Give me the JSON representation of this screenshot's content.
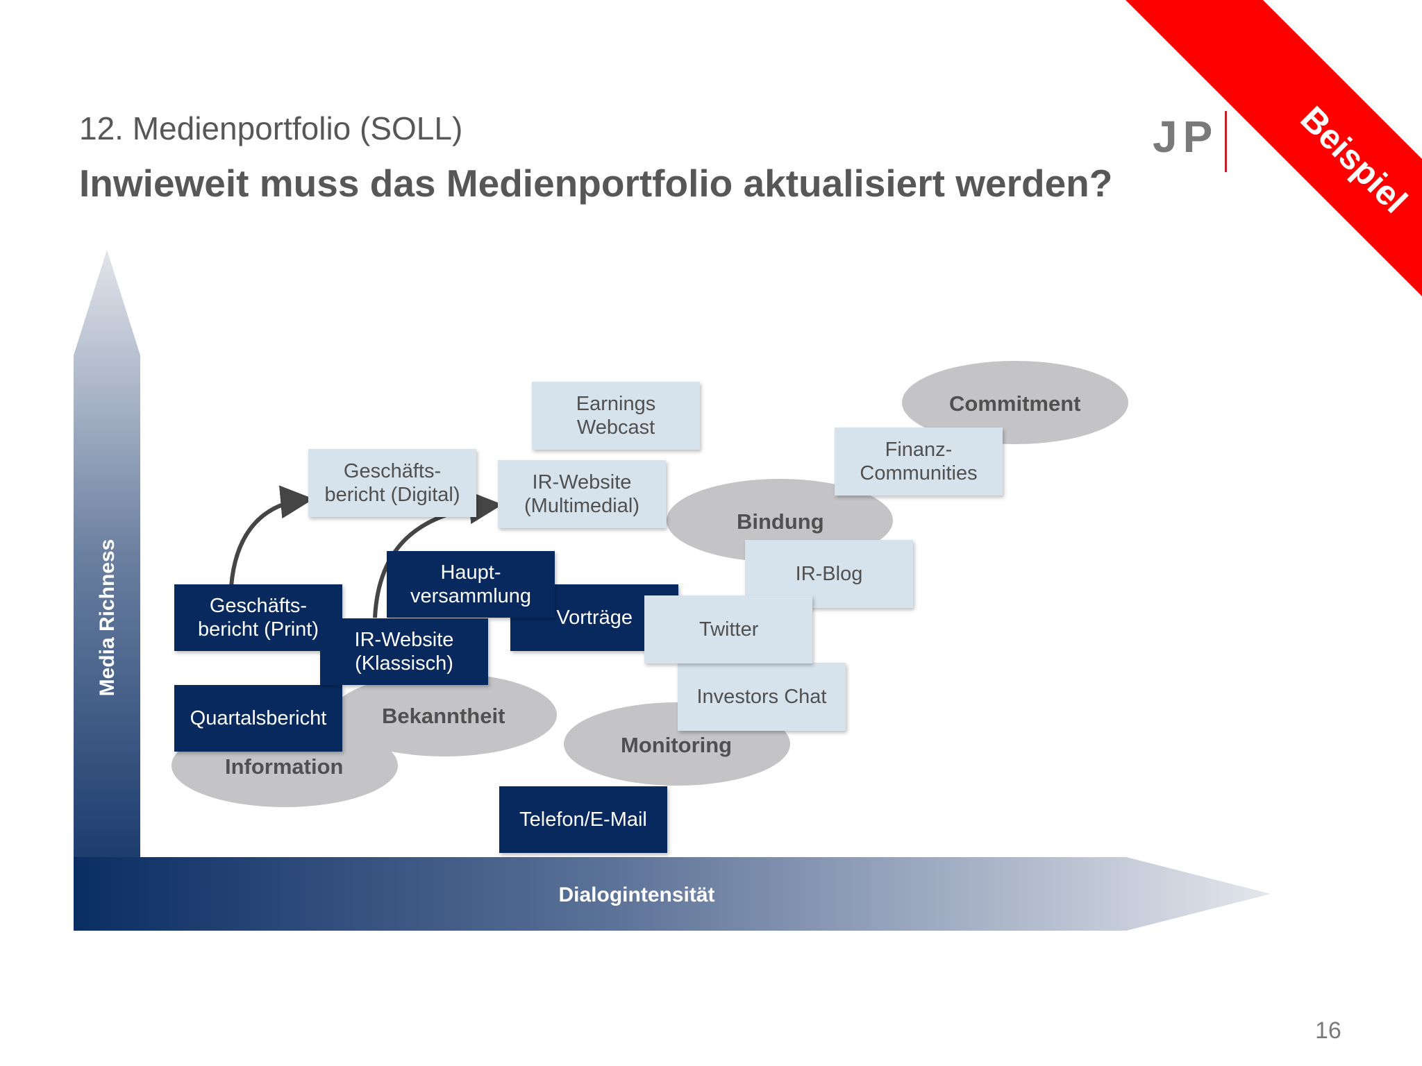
{
  "header": {
    "subtitle": "12. Medienportfolio (SOLL)",
    "title": "Inwieweit muss das Medienportfolio aktualisiert werden?",
    "logo_text": "JP"
  },
  "banner": {
    "label": "Beispiel",
    "color": "#ff0000"
  },
  "axes": {
    "y_label": "Media Richness",
    "x_label": "Dialogintensität",
    "color": "#0a2d63"
  },
  "stages": {
    "information": "Information",
    "bekanntheit": "Bekanntheit",
    "monitoring": "Monitoring",
    "bindung": "Bindung",
    "commitment": "Commitment"
  },
  "media": {
    "quartalsbericht": "Quartalsbericht",
    "geschaeftsbericht_print": "Geschäfts-\nbericht (Print)",
    "ir_website_klassisch": "IR-Website\n(Klassisch)",
    "hauptversammlung": "Haupt-\nversammlung",
    "vortraege": "Vorträge",
    "telefon_email": "Telefon/E-Mail",
    "geschaeftsbericht_digital": "Geschäfts-\nbericht (Digital)",
    "ir_website_multimedial": "IR-Website\n(Multimedial)",
    "earnings_webcast": "Earnings\nWebcast",
    "twitter": "Twitter",
    "investors_chat": "Investors Chat",
    "ir_blog": "IR-Blog",
    "finanz_communities": "Finanz-\nCommunities"
  },
  "colors": {
    "dark_box": "#07295e",
    "light_box": "#d7e3ec",
    "ellipse": "#c4c4c6",
    "text_gray": "#575757",
    "accent_red": "#c41e28"
  },
  "page_number": "16"
}
